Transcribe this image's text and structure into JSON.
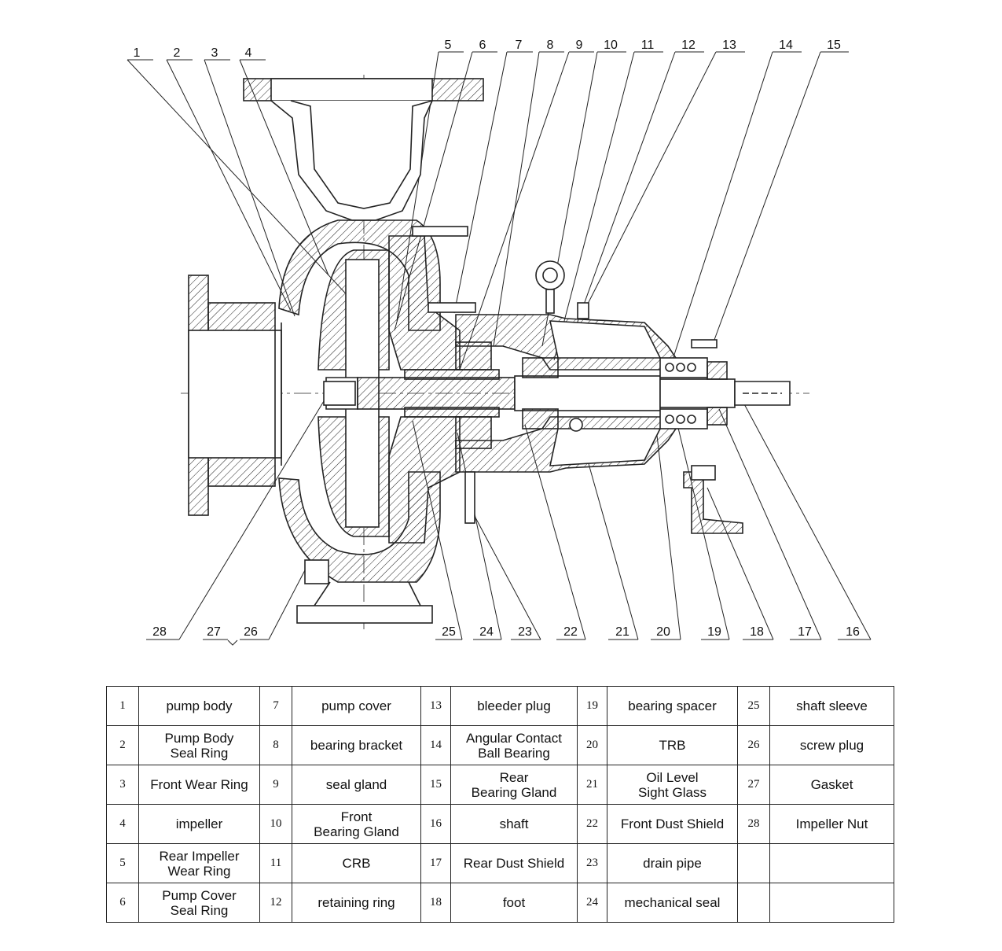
{
  "callouts_top": [
    "1",
    "2",
    "3",
    "4",
    "5",
    "6",
    "7",
    "8",
    "9",
    "10",
    "11",
    "12",
    "13",
    "14",
    "15"
  ],
  "callouts_bottom": [
    "28",
    "27",
    "26",
    "25",
    "24",
    "23",
    "22",
    "21",
    "20",
    "19",
    "18",
    "17",
    "16"
  ],
  "parts": [
    {
      "no": "1",
      "name": "pump body"
    },
    {
      "no": "2",
      "name": "Pump Body\nSeal Ring"
    },
    {
      "no": "3",
      "name": "Front Wear Ring"
    },
    {
      "no": "4",
      "name": "impeller"
    },
    {
      "no": "5",
      "name": "Rear Impeller\nWear Ring"
    },
    {
      "no": "6",
      "name": "Pump Cover\nSeal Ring"
    },
    {
      "no": "7",
      "name": "pump cover"
    },
    {
      "no": "8",
      "name": "bearing bracket"
    },
    {
      "no": "9",
      "name": "seal gland"
    },
    {
      "no": "10",
      "name": "Front\nBearing Gland"
    },
    {
      "no": "11",
      "name": "CRB"
    },
    {
      "no": "12",
      "name": "retaining ring"
    },
    {
      "no": "13",
      "name": "bleeder plug"
    },
    {
      "no": "14",
      "name": "Angular Contact\nBall Bearing"
    },
    {
      "no": "15",
      "name": "Rear\nBearing Gland"
    },
    {
      "no": "16",
      "name": "shaft"
    },
    {
      "no": "17",
      "name": "Rear Dust Shield"
    },
    {
      "no": "18",
      "name": "foot"
    },
    {
      "no": "19",
      "name": "bearing spacer"
    },
    {
      "no": "20",
      "name": "TRB"
    },
    {
      "no": "21",
      "name": "Oil Level\nSight Glass"
    },
    {
      "no": "22",
      "name": "Front Dust Shield"
    },
    {
      "no": "23",
      "name": "drain pipe"
    },
    {
      "no": "24",
      "name": "mechanical seal"
    },
    {
      "no": "25",
      "name": "shaft sleeve"
    },
    {
      "no": "26",
      "name": "screw plug"
    },
    {
      "no": "27",
      "name": "Gasket"
    },
    {
      "no": "28",
      "name": "Impeller Nut"
    }
  ]
}
